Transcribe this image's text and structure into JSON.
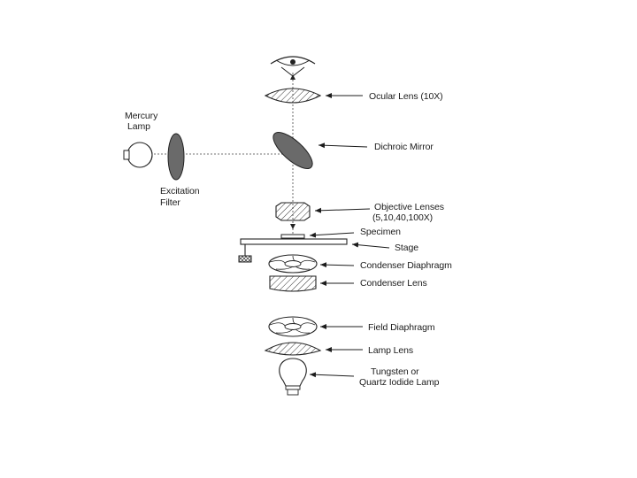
{
  "labels": {
    "ocular_lens": "Ocular Lens (10X)",
    "dichroic_mirror": "Dichroic Mirror",
    "mercury_lamp_line1": "Mercury",
    "mercury_lamp_line2": "Lamp",
    "excitation_filter_line1": "Excitation",
    "excitation_filter_line2": "Filter",
    "objective_lenses_line1": "Objective Lenses",
    "objective_lenses_line2": "(5,10,40,100X)",
    "specimen": "Specimen",
    "stage": "Stage",
    "condenser_diaphragm": "Condenser Diaphragm",
    "condenser_lens": "Condenser Lens",
    "field_diaphragm": "Field Diaphragm",
    "lamp_lens": "Lamp Lens",
    "tungsten_lamp_line1": "Tungsten or",
    "tungsten_lamp_line2": "Quartz Iodide Lamp"
  },
  "colors": {
    "ink": "#1c1c1c",
    "dark_fill": "#6a6a6a",
    "background": "#ffffff"
  }
}
